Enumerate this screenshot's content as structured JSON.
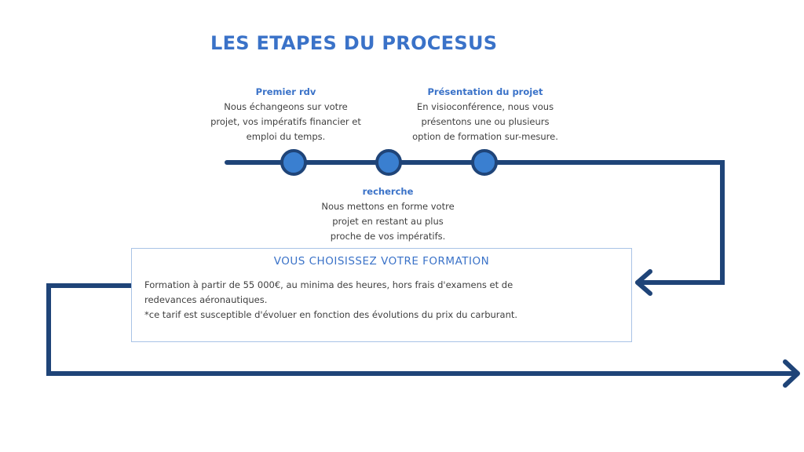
{
  "title": "LES ETAPES DU PROCESUS",
  "colors": {
    "accent": "#3a72c8",
    "line": "#1f4478",
    "node_fill": "#3a7fd0",
    "box_border": "#a9c3e6",
    "text": "#404040"
  },
  "steps": [
    {
      "title": "Premier rdv",
      "lines": [
        "Nous échangeons sur votre",
        "projet, vos impératifs financier et",
        "emploi du temps."
      ]
    },
    {
      "title": "Présentation du projet",
      "lines": [
        "En visioconférence, nous vous",
        "présentons une ou plusieurs",
        "option de formation sur-mesure."
      ]
    },
    {
      "title": "recherche",
      "lines": [
        "Nous mettons en forme votre",
        "projet en restant au plus",
        "proche de vos impératifs."
      ]
    }
  ],
  "formation": {
    "title": "VOUS CHOISISSEZ VOTRE FORMATION",
    "lines": [
      "Formation à partir de 55 000€, au minima des heures, hors frais d'examens et de",
      "redevances aéronautiques.",
      "*ce tarif est susceptible d'évoluer en fonction des évolutions du prix du carburant."
    ]
  }
}
